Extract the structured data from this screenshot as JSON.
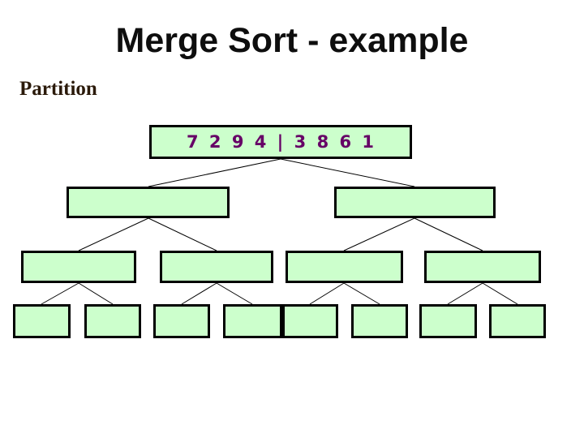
{
  "slide": {
    "title": "Merge Sort - example",
    "step_label": "Partition"
  },
  "colors": {
    "background": "#ffffff",
    "node_fill": "#ccffcc",
    "node_border": "#000000",
    "node_value_text": "#660066",
    "title_text": "#0e0e0e",
    "step_label_text": "#2b1a0a",
    "connector_line": "#000000"
  },
  "tree": {
    "root": {
      "values": "7 2 9 4 | 3 8 6 1"
    },
    "level1": [
      {
        "values": ""
      },
      {
        "values": ""
      }
    ],
    "level2": [
      {
        "values": ""
      },
      {
        "values": ""
      },
      {
        "values": ""
      },
      {
        "values": ""
      }
    ],
    "level3": [
      {
        "values": ""
      },
      {
        "values": ""
      },
      {
        "values": ""
      },
      {
        "values": ""
      },
      {
        "values": ""
      },
      {
        "values": ""
      },
      {
        "values": ""
      },
      {
        "values": ""
      }
    ]
  }
}
